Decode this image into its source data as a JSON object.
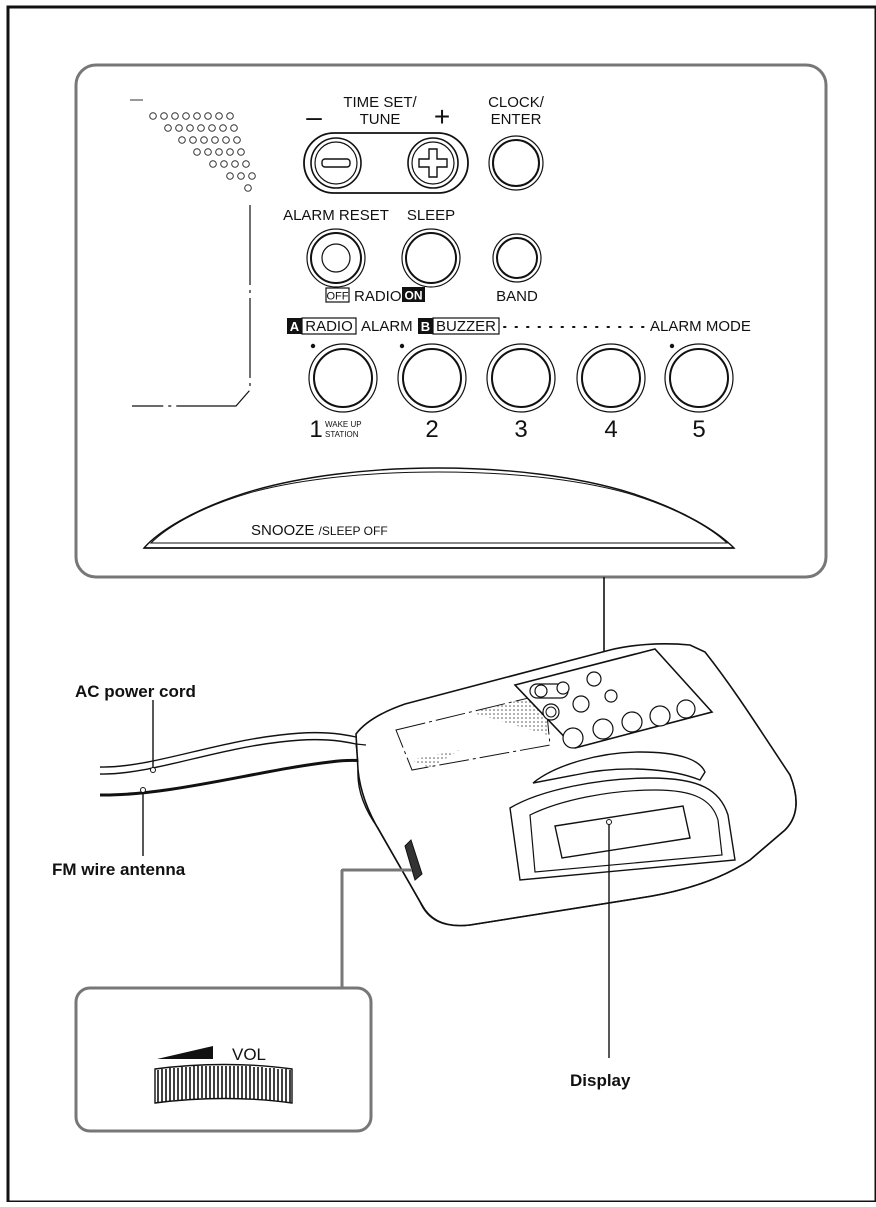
{
  "panel": {
    "time_set_tune": [
      "TIME SET/",
      "TUNE"
    ],
    "minus_sign": "–",
    "plus_sign": "+",
    "clock_enter": [
      "CLOCK/",
      "ENTER"
    ],
    "alarm_reset": "ALARM RESET",
    "sleep": "SLEEP",
    "off": "OFF",
    "radio": "RADIO",
    "on": "ON",
    "band": "BAND",
    "a_badge": "A",
    "a_radio": "RADIO",
    "alarm": "ALARM",
    "b_badge": "B",
    "b_buzzer": "BUZZER",
    "alarm_mode": "ALARM MODE",
    "preset_numbers": [
      "1",
      "2",
      "3",
      "4",
      "5"
    ],
    "wake_up_station": [
      "WAKE UP",
      "STATION"
    ],
    "snooze": "SNOOZE",
    "sleep_off": "/SLEEP OFF"
  },
  "callouts": {
    "ac_power_cord": "AC power cord",
    "fm_wire_antenna": "FM wire antenna",
    "display": "Display"
  },
  "volume_inset": {
    "vol": "VOL"
  }
}
